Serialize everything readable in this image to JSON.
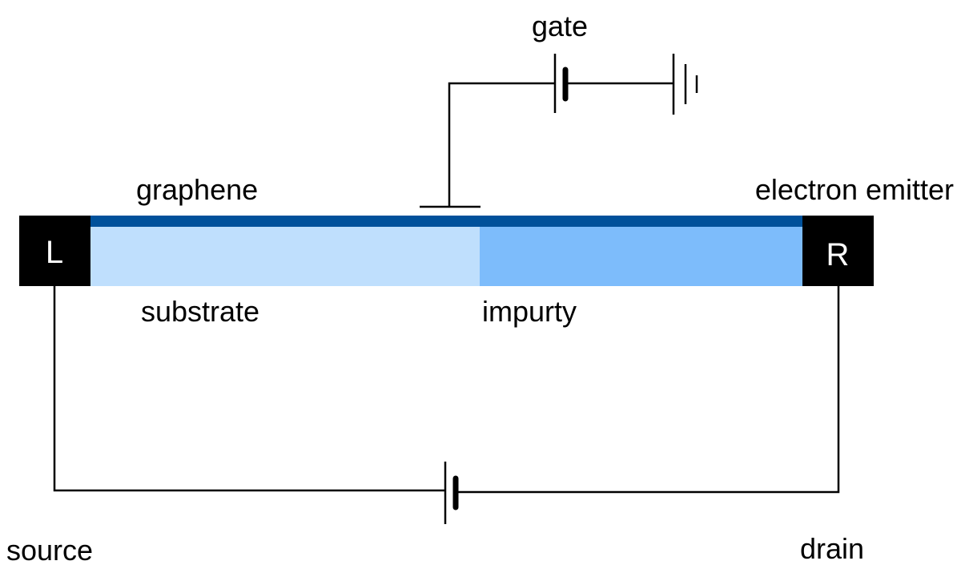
{
  "labels": {
    "gate": "gate",
    "graphene": "graphene",
    "electron_emitter": "electron emitter",
    "substrate": "substrate",
    "impurity": "impurty",
    "source": "source",
    "drain": "drain"
  },
  "terminals": {
    "left": "L",
    "right": "R"
  },
  "colors": {
    "graphene": "#00519b",
    "substrate": "#bfdffd",
    "impurity": "#7dbcfb",
    "terminal": "#000000",
    "wire": "#000000"
  }
}
